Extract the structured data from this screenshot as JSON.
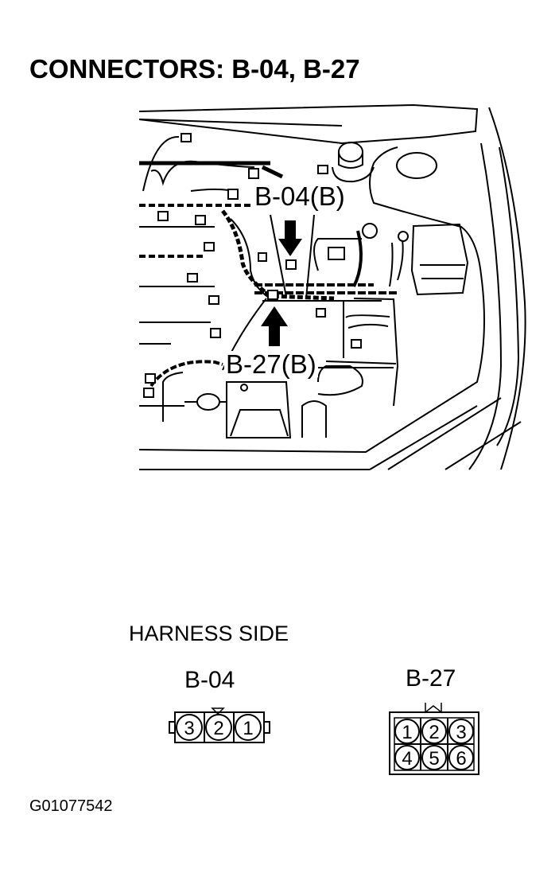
{
  "title": "CONNECTORS: B-04, B-27",
  "callouts": {
    "upper": "B-04(B)",
    "lower": "B-27(B)"
  },
  "section_label": "HARNESS SIDE",
  "connectors": [
    {
      "id": "B-04",
      "label": "B-04",
      "layout": "1x3",
      "pins": [
        "3",
        "2",
        "1"
      ]
    },
    {
      "id": "B-27",
      "label": "B-27",
      "layout": "2x3",
      "pins": [
        "1",
        "2",
        "3",
        "4",
        "5",
        "6"
      ]
    }
  ],
  "figure_id": "G01077542",
  "icons": {
    "upper_arrow": "arrow-down-icon",
    "lower_arrow": "arrow-up-icon"
  }
}
